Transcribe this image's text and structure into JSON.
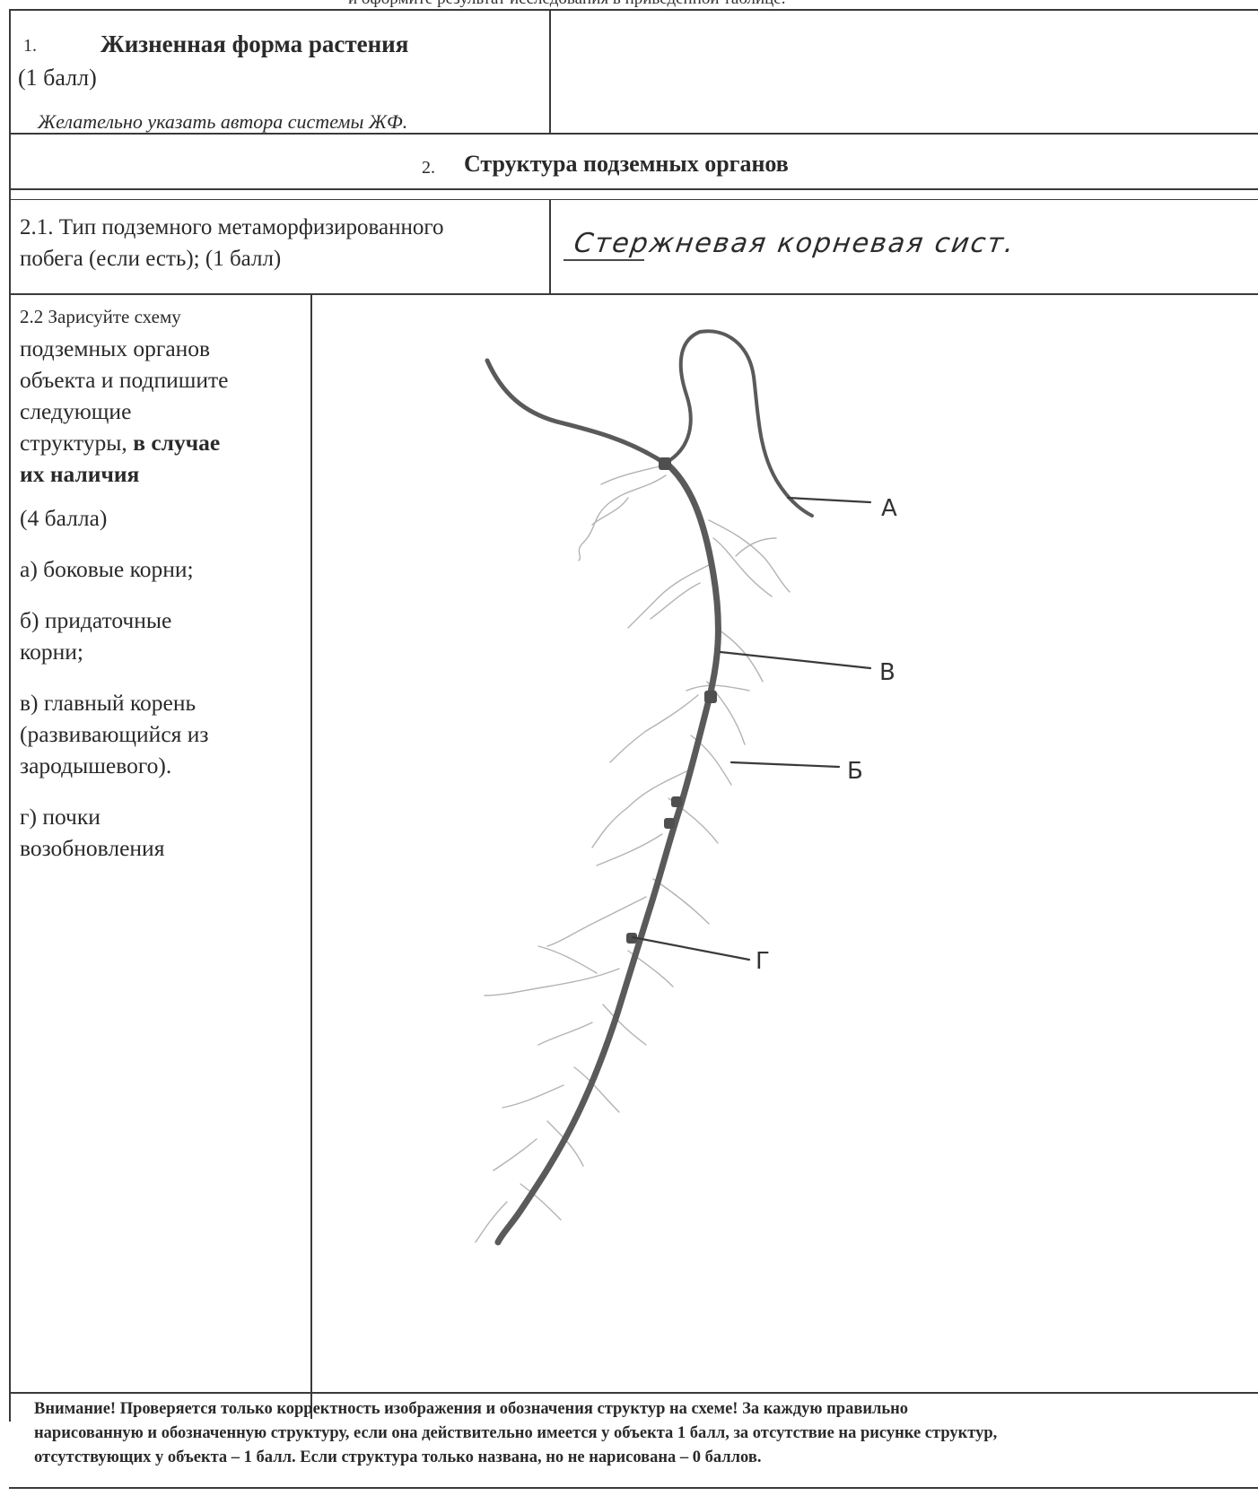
{
  "page": {
    "top_cut_text": "и оформите результат исследования в приведенной таблице."
  },
  "section1": {
    "number": "1.",
    "title": "Жизненная форма растения",
    "points": "(1 балл)",
    "hint": "Желательно указать автора системы ЖФ.",
    "answer": ""
  },
  "section2": {
    "number": "2.",
    "title": "Структура подземных органов"
  },
  "q21": {
    "line1": "2.1. Тип подземного метаморфизированного",
    "line2": "побега (если есть); (1 балл)",
    "answer": "Стержневая корневая сист."
  },
  "q22": {
    "lines": [
      "2.2 Зарисуйте схему",
      "подземных органов",
      "объекта и подпишите",
      "следующие",
      "структуры,"
    ],
    "bold_tail": "в случае",
    "bold_line": "их наличия",
    "points": "(4 балла)",
    "a": "а) боковые корни;",
    "b1": "б) придаточные",
    "b2": "корни;",
    "v1": "в) главный корень",
    "v2": "(развивающийся из",
    "v3": "зародышевого).",
    "g1": "г) почки",
    "g2": "возобновления"
  },
  "drawing": {
    "labels": [
      "А",
      "В",
      "Б",
      "Г"
    ],
    "ink_color": "#5a5a5a",
    "light_color": "#a9a9a9"
  },
  "warning": {
    "line1": "Внимание! Проверяется только корректность изображения и обозначения структур на схеме! За каждую правильно",
    "line2": "нарисованную и обозначенную структуру, если она действительно имеется у объекта  1 балл, за отсутствие на рисунке структур,",
    "line3": "отсутствующих у объекта – 1 балл.  Если структура только названа, но не нарисована – 0 баллов."
  }
}
